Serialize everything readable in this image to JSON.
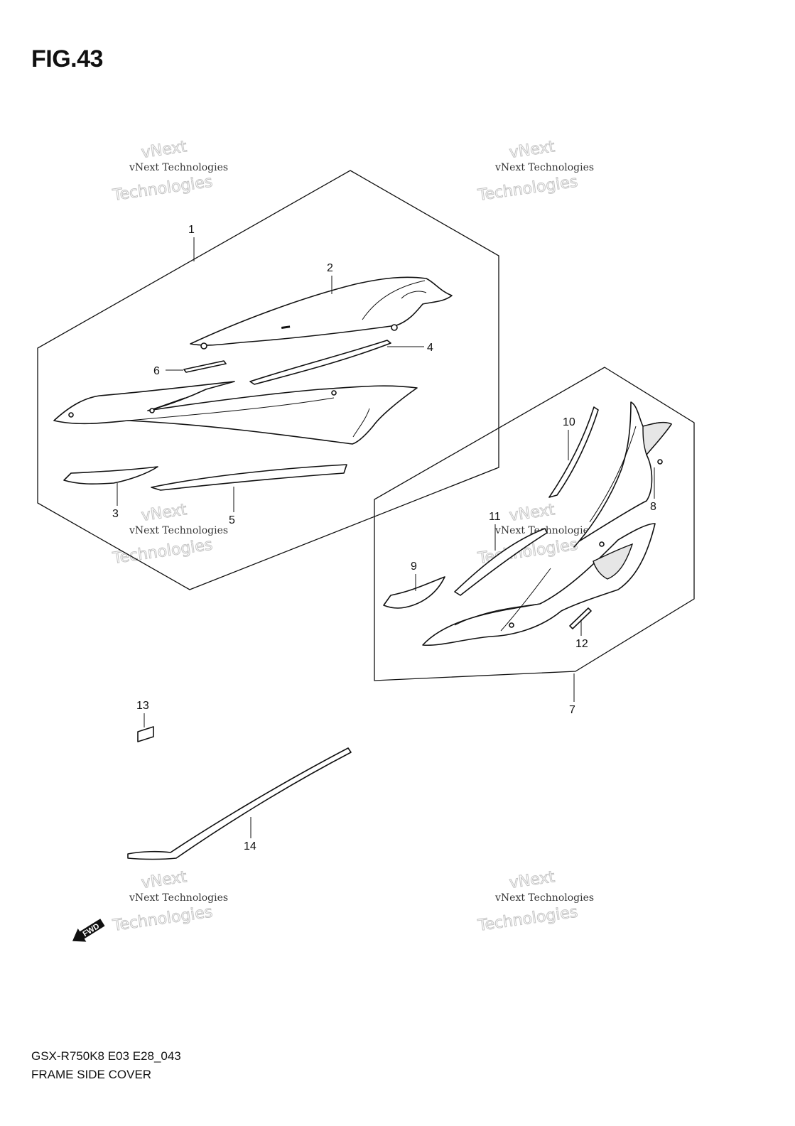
{
  "figure": {
    "title": "FIG.43",
    "model_code": "GSX-R750K8 E03 E28_043",
    "caption": "FRAME SIDE COVER"
  },
  "watermark": {
    "line_small": "vNext Technologies",
    "line_big_1": "vNext",
    "line_big_2": "Technologies"
  },
  "callouts": [
    "1",
    "2",
    "3",
    "4",
    "5",
    "6",
    "7",
    "8",
    "9",
    "10",
    "11",
    "12",
    "13",
    "14"
  ],
  "direction_marker": {
    "label": "FWD",
    "icon": "forward-arrow-icon"
  }
}
